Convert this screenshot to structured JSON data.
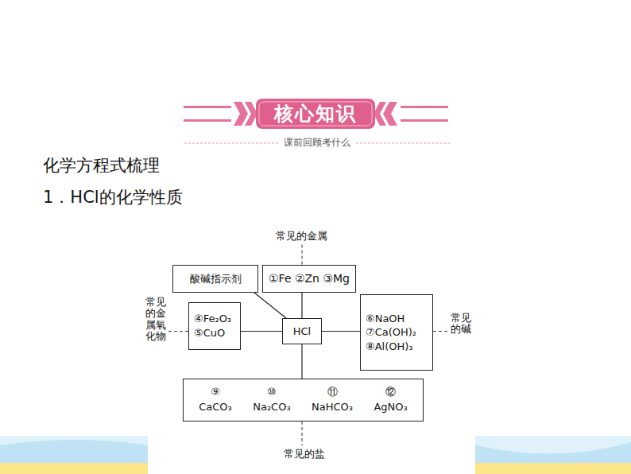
{
  "diagram": {
    "title": "化学方程式梳理",
    "nodes": [
      {
        "text": [
          "酸碱指示剂"
        ]
      },
      {
        "text": [
          "①Fe ②Zn ③Mg"
        ]
      },
      {
        "text": [
          "④Fe₂O₃",
          "⑤CuO"
        ]
      },
      {
        "text": [
          "HCl"
        ]
      },
      {
        "text": [
          "⑥NaOH",
          "⑦Ca(OH)₂",
          "⑧Al(OH)₃"
        ]
      },
      {
        "text": [
          "⑨ CaCO₃",
          "⑩ Na₂CO₃",
          "⑪ NaHCO₃",
          "⑫ AgNO₃"
        ]
      }
    ],
    "edges": [
      {
        "from": 3,
        "to": 0,
        "arrow": "none"
      },
      {
        "from": 3,
        "to": 1,
        "arrow": "none"
      },
      {
        "from": 3,
        "to": 2,
        "arrow": "none"
      },
      {
        "from": 3,
        "to": 4,
        "arrow": "none"
      },
      {
        "from": 3,
        "to": 5,
        "arrow": "none"
      }
    ],
    "labels": [
      "核心知识",
      "课前回顾考什么",
      "1．HCl的化学性质",
      "常见的金属",
      "常见的金属氧化物",
      "常见的碱",
      "常见的盐"
    ]
  }
}
